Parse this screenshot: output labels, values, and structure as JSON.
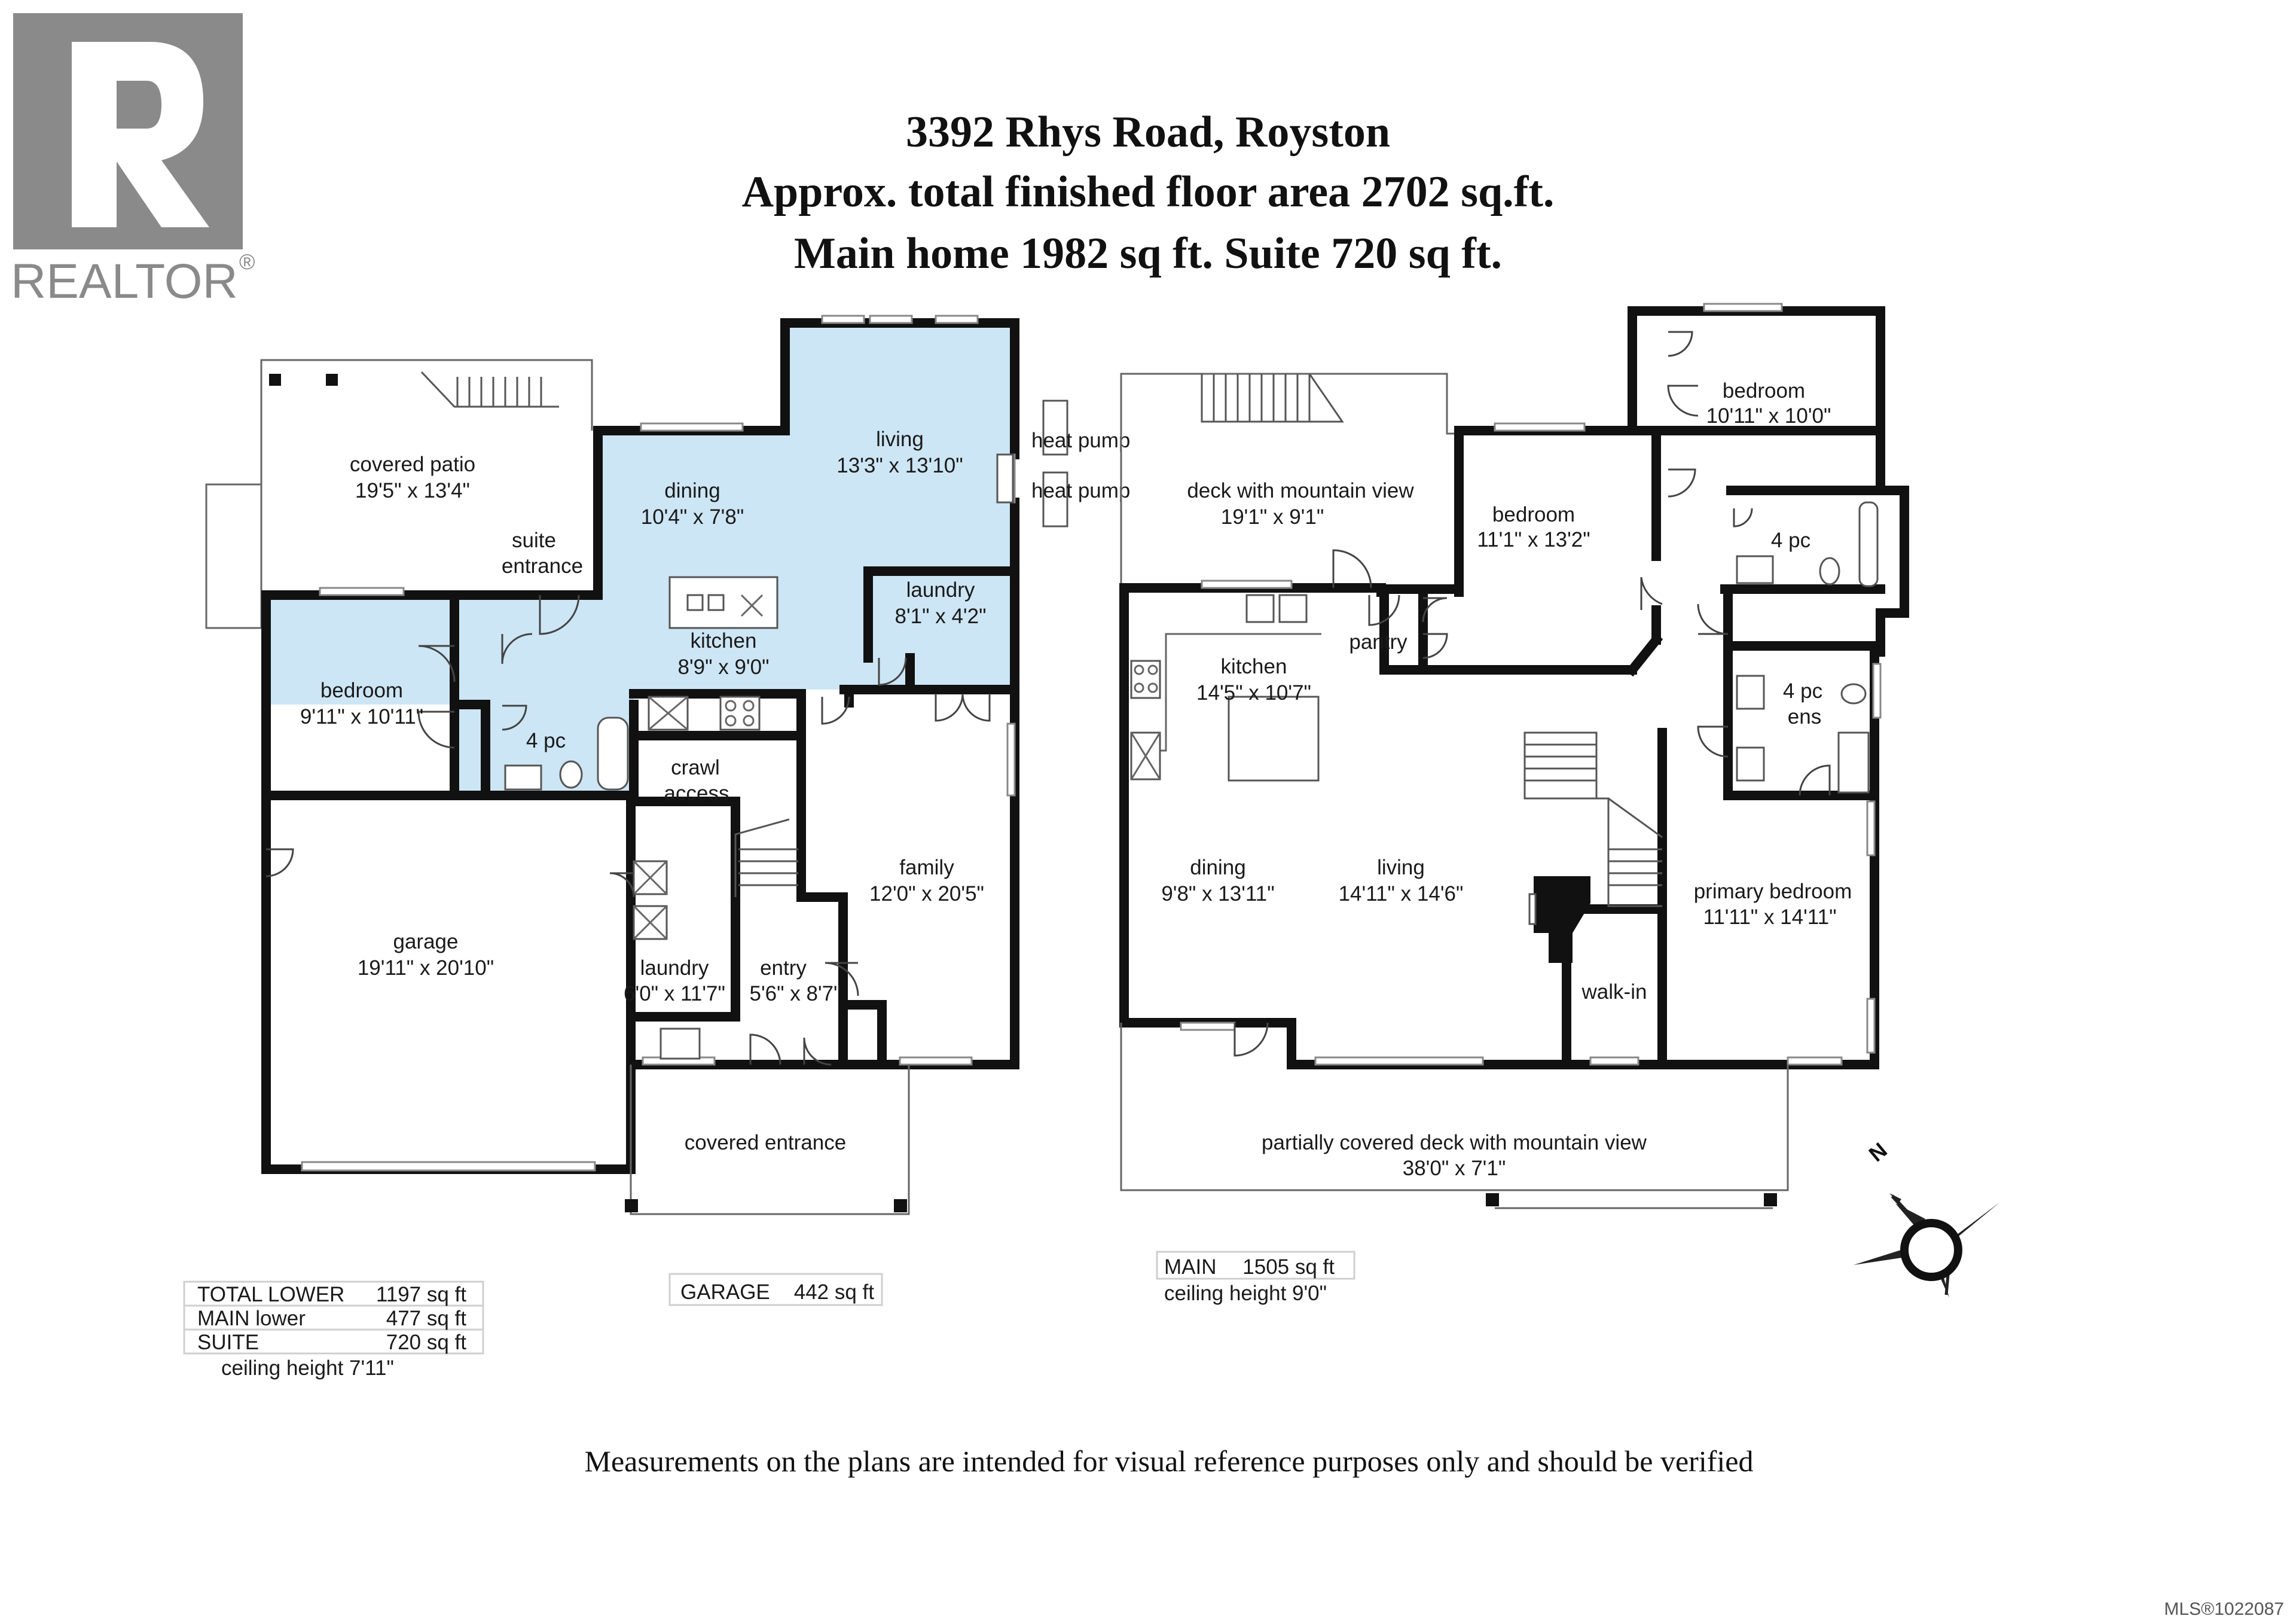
{
  "logo": {
    "text": "REALTOR",
    "mark": "®"
  },
  "header": {
    "line1": "3392 Rhys Road, Royston",
    "line2": "Approx. total finished floor area 2702 sq.ft.",
    "line3": "Main home 1982 sq ft.   Suite 720 sq ft."
  },
  "lower": {
    "covered_patio": {
      "name": "covered patio",
      "dims": "19'5\" x 13'4\""
    },
    "suite_entrance": [
      "suite",
      "entrance"
    ],
    "dining": {
      "name": "dining",
      "dims": "10'4\" x 7'8\""
    },
    "living": {
      "name": "living",
      "dims": "13'3\" x 13'10\""
    },
    "heat_pump_1": "heat pump",
    "heat_pump_2": "heat pump",
    "laundry_top": {
      "name": "laundry",
      "dims": "8'1\" x 4'2\""
    },
    "kitchen": {
      "name": "kitchen",
      "dims": "8'9\" x 9'0\""
    },
    "bedroom": {
      "name": "bedroom",
      "dims": "9'11\" x 10'11\""
    },
    "bath": "4 pc",
    "crawl": [
      "crawl",
      "access"
    ],
    "family": {
      "name": "family",
      "dims": "12'0\" x 20'5\""
    },
    "garage": {
      "name": "garage",
      "dims": "19'11\" x 20'10\""
    },
    "laundry": {
      "name": "laundry",
      "dims": "6'0\" x 11'7\""
    },
    "entry": {
      "name": "entry",
      "dims": "5'6\" x 8'7\""
    },
    "covered_entrance": "covered entrance",
    "summary": [
      {
        "label": "TOTAL LOWER",
        "value": "1197 sq ft"
      },
      {
        "label": "MAIN lower",
        "value": "477 sq ft"
      },
      {
        "label": "SUITE",
        "value": "720 sq ft"
      }
    ],
    "ceiling": "ceiling height 7'11\"",
    "garage_area": {
      "label": "GARAGE",
      "value": "442 sq ft"
    }
  },
  "main": {
    "deck": {
      "name": "deck with mountain view",
      "dims": "19'1\" x 9'1\""
    },
    "bedroom_top": {
      "name": "bedroom",
      "dims": "10'11\" x 10'0\""
    },
    "bedroom_mid": {
      "name": "bedroom",
      "dims": "11'1\" x 13'2\""
    },
    "bath": "4 pc",
    "kitchen": {
      "name": "kitchen",
      "dims": "14'5\" x 10'7\""
    },
    "pantry": "pantry",
    "ensuite": [
      "4 pc",
      "ens"
    ],
    "dining": {
      "name": "dining",
      "dims": "9'8\" x 13'11\""
    },
    "living": {
      "name": "living",
      "dims": "14'11\" x 14'6\""
    },
    "primary": {
      "name": "primary bedroom",
      "dims": "11'11\" x 14'11\""
    },
    "walkin": "walk-in",
    "front_deck": {
      "name": "partially covered deck with mountain view",
      "dims": "38'0\" x 7'1\""
    },
    "summary": {
      "label": "MAIN",
      "value": "1505 sq ft"
    },
    "ceiling": "ceiling height 9'0\""
  },
  "compass": {
    "letter": "N"
  },
  "footer": "Measurements on the plans are intended for visual reference purposes only and should be verified",
  "mls": "MLS®1022087",
  "colors": {
    "suite_fill": "#cde6f5",
    "wall": "#111111",
    "logo": "#8a8a8a"
  }
}
